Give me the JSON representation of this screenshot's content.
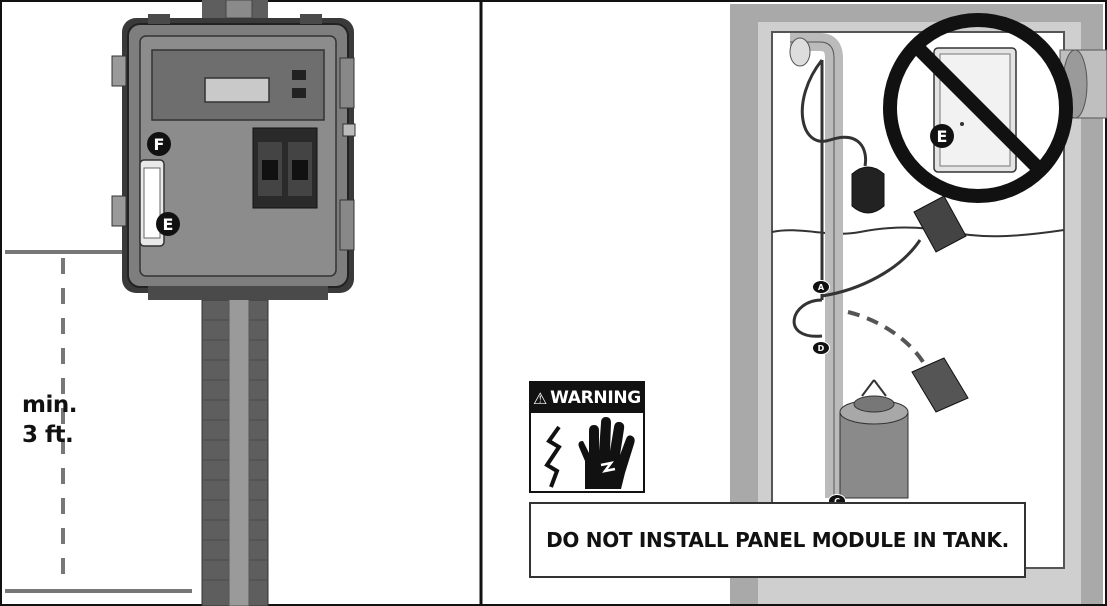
{
  "left_panel": {
    "min_label_line1": "min.",
    "min_label_line2": "3 ft.",
    "marker_f": "F",
    "marker_e": "E"
  },
  "right_panel": {
    "marker_e_crossed": "E",
    "point_a": "A",
    "point_d": "D",
    "point_c": "C",
    "warning_label": "WARNING",
    "warning_message": "DO NOT INSTALL PANEL MODULE IN TANK."
  },
  "colors": {
    "panel_gray": "#8c8c8c",
    "tank_gray": "#a9a9a9",
    "dark": "#1a1a1a",
    "prohibition": "#111111"
  }
}
